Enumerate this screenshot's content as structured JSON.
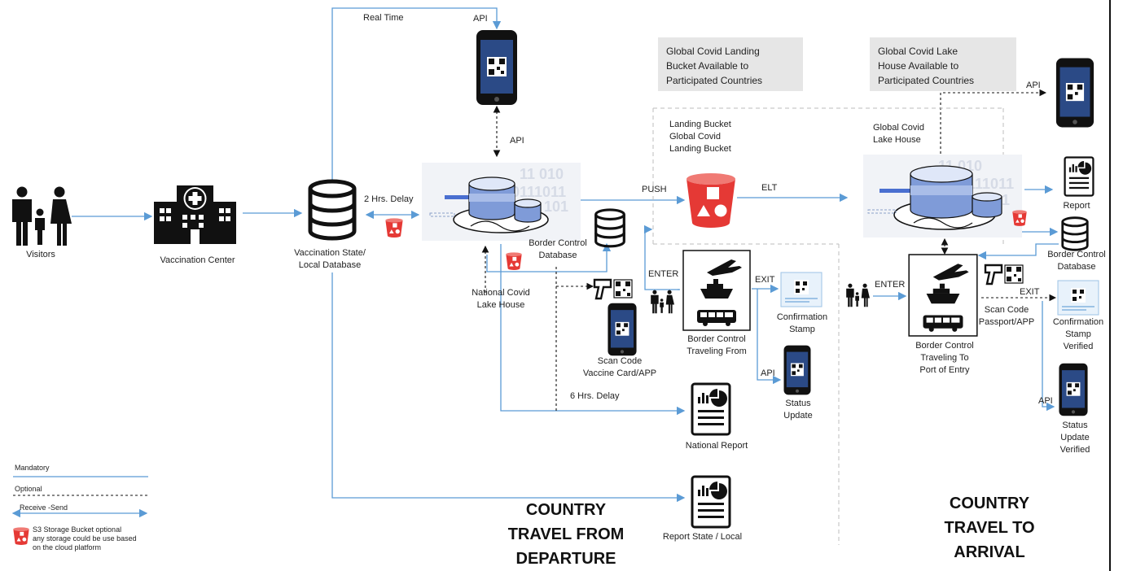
{
  "colors": {
    "arrow": "#5b9bd5",
    "dashed": "#111111",
    "bucket_red": "#e53935",
    "lake_blue": "#4a6fd0",
    "box_gray": "#e6e6e6"
  },
  "labels": {
    "visitors": "Visitors",
    "vaccination_center": "Vaccination Center",
    "vaccination_db": [
      "Vaccination State/",
      "Local Database"
    ],
    "real_time": "Real Time",
    "api_top": "API",
    "api_mid": "API",
    "two_hrs_delay": "2 Hrs. Delay",
    "national_covid_lake_house": [
      "National Covid",
      "Lake House"
    ],
    "border_control_db_left": [
      "Border Control",
      "Database"
    ],
    "push": "PUSH",
    "elt": "ELT",
    "enter_left": "ENTER",
    "exit_left": "EXIT",
    "border_control_from": [
      "Border Control",
      "Traveling From"
    ],
    "confirmation_stamp": [
      "Confirmation",
      "Stamp"
    ],
    "api_status": "API",
    "status_update": [
      "Status",
      "Update"
    ],
    "scan_code_vaccine": [
      "Scan Code",
      "Vaccine Card/APP"
    ],
    "six_hrs_delay": "6 Hrs. Delay",
    "national_report": "National Report",
    "report_state_local": "Report State / Local",
    "landing_bucket": [
      "Landing  Bucket",
      "Global Covid",
      "Landing Bucket"
    ],
    "global_covid_lake_house": [
      "Global Covid",
      "Lake House"
    ],
    "api_right": "API",
    "report_right": "Report",
    "border_control_db_right": [
      "Border Control",
      "Database"
    ],
    "enter_right": "ENTER",
    "exit_right": "EXIT",
    "border_control_to": [
      "Border Control",
      "Traveling To",
      "Port of Entry"
    ],
    "scan_code_passport": [
      "Scan Code",
      "Passport/APP"
    ],
    "confirmation_stamp_verified": [
      "Confirmation",
      "Stamp",
      "Verified"
    ],
    "api_right_bottom": "API",
    "status_update_verified": [
      "Status",
      "Update",
      "Verified"
    ]
  },
  "boxes": {
    "landing_available": [
      "Global Covid  Landing",
      "Bucket Available to",
      "Participated Countries"
    ],
    "lake_available": [
      "Global Covid  Lake",
      "House Available to",
      "Participated Countries"
    ]
  },
  "sections": {
    "from": [
      "COUNTRY",
      "TRAVEL FROM",
      "DEPARTURE"
    ],
    "to": [
      "COUNTRY",
      "TRAVEL TO",
      "ARRIVAL"
    ]
  },
  "legend": {
    "mandatory": "Mandatory",
    "optional": "Optional",
    "receive_send": "Receive -Send",
    "s3_note": [
      "S3 Storage Bucket  optional",
      "any storage could be use based",
      "on the cloud platform"
    ]
  },
  "icon_names": [
    "family-icon",
    "hospital-icon",
    "database-icon",
    "phone-qr-icon",
    "data-lake-icon",
    "s3-bucket-icon",
    "report-icon",
    "scanner-icon",
    "transport-icon",
    "stamp-icon"
  ]
}
